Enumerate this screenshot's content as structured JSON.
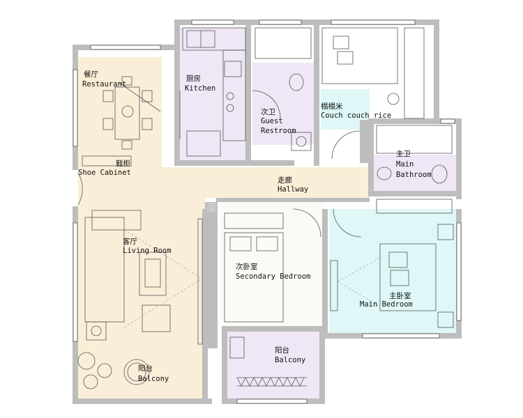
{
  "colors": {
    "wall": "#bdbdbd",
    "living_public": "#fbeed8",
    "kitchen_wet": "#efe6f6",
    "bedroom_aqua": "#dff7f7",
    "secondary_bedroom": "#fbfbf6",
    "hallway": "#fbeed8"
  },
  "rooms": {
    "restaurant": {
      "zh": "餐厅",
      "en": "Restaurant"
    },
    "kitchen": {
      "zh": "厨房",
      "en": "Kitchen"
    },
    "guest_restroom": {
      "zh": "次卫",
      "en1": "Guest",
      "en2": "Restroom"
    },
    "tatami": {
      "zh": "榻榻米",
      "en": "Couch couch rice"
    },
    "main_bathroom": {
      "zh": "主卫",
      "en1": "Main",
      "en2": "Bathroom"
    },
    "shoe_cabinet": {
      "zh": "鞋柜",
      "en": "Shoe Cabinet"
    },
    "hallway": {
      "zh": "走廊",
      "en": "Hallway"
    },
    "living_room": {
      "zh": "客厅",
      "en": "Living Room"
    },
    "secondary_bedroom": {
      "zh": "次卧室",
      "en": "Secondary Bedroom"
    },
    "main_bedroom": {
      "zh": "主卧室",
      "en": "Main Bedroom"
    },
    "balcony_right": {
      "zh": "阳台",
      "en": "Balcony"
    },
    "balcony_left": {
      "zh": "阳台",
      "en": "Balcony"
    }
  },
  "watermark": "家"
}
